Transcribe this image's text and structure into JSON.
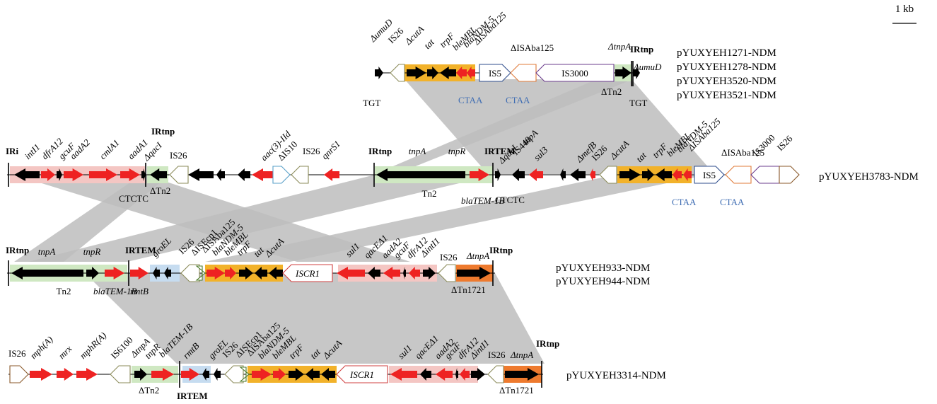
{
  "scale_bar": "1 kb",
  "colors": {
    "resistance": "#ee2222",
    "other_gene": "#000000",
    "tn2": "#cfe8c2",
    "class1_integron": "#f4c6c3",
    "ndm_region": "#f2b22a",
    "blue_region": "#c6dcf0",
    "tn1721": "#ee7a2e",
    "homology": "#bdbdbd"
  },
  "plasmids": [
    {
      "names": [
        "pYUXYEH1271-NDM",
        "pYUXYEH1278-NDM",
        "pYUXYEH3520-NDM",
        "pYUXYEH3521-NDM"
      ],
      "labels": [
        "ΔumuD",
        "IS26",
        "ΔcutA",
        "tat",
        "trpF",
        "bleMBL",
        "blaNDM-5",
        "ΔISAba125",
        "IS5",
        "ΔISAba125",
        "IS3000",
        "ΔtnpA",
        "IRtnp",
        "ΔumuD",
        "TGT",
        "CTAA",
        "CTAA",
        "ΔTn2",
        "TGT"
      ]
    },
    {
      "names": [
        "pYUXYEH3783-NDM"
      ],
      "labels": [
        "IRi",
        "intI1",
        "dfrA12",
        "gcuF",
        "aadA2",
        "cmlA1",
        "aadA1",
        "ΔqacI",
        "IRtnp",
        "IS26",
        "aac(3)-IId",
        "ΔIS10",
        "IS26",
        "qnrS1",
        "IRtnp",
        "tnpA",
        "tnpR",
        "IRTEM",
        "ΔqacI",
        "IS440",
        "tnpA",
        "sul3",
        "ΔmefB",
        "IS26",
        "ΔcutA",
        "tat",
        "trpF",
        "bleMBL",
        "blaNDM-5",
        "ΔISAba125",
        "IS5",
        "ΔISAba125",
        "IS3000",
        "IS26",
        "CTCTC",
        "ΔTn2",
        "Tn2",
        "blaTEM-1B",
        "CTCTC",
        "CTAA",
        "CTAA"
      ]
    },
    {
      "names": [
        "pYUXYEH933-NDM",
        "pYUXYEH944-NDM"
      ],
      "labels": [
        "IRtnp",
        "tnpA",
        "tnpR",
        "IRTEM",
        "groEL",
        "IS26",
        "ΔISEcp1",
        "ΔISAba125",
        "blaNDM-5",
        "bleMBL",
        "trpF",
        "tat",
        "ΔcutA",
        "ISCR1",
        "sul1",
        "qacEΔ1",
        "aadA2",
        "gcuF",
        "dfrA12",
        "ΔintI1",
        "IS26",
        "ΔtnpA",
        "IRtnp",
        "Tn2",
        "blaTEM-1B",
        "rmtB",
        "ΔTn1721"
      ]
    },
    {
      "names": [
        "pYUXYEH3314-NDM"
      ],
      "labels": [
        "IS26",
        "mph(A)",
        "mrx",
        "mphR(A)",
        "IS6100",
        "ΔtnpA",
        "tnpR",
        "blaTEM-1B",
        "rmtB",
        "groEL",
        "IS26",
        "ΔISEcp1",
        "ΔISAba125",
        "blaNDM-5",
        "bleMBL",
        "trpF",
        "tat",
        "ΔcutA",
        "ISCR1",
        "sul1",
        "qacEΔ1",
        "aadA2",
        "gcuF",
        "dfrA12",
        "ΔintI1",
        "IS26",
        "ΔtnpA",
        "IRtnp",
        "ΔTn2",
        "IRTEM",
        "ΔTn1721"
      ]
    }
  ]
}
